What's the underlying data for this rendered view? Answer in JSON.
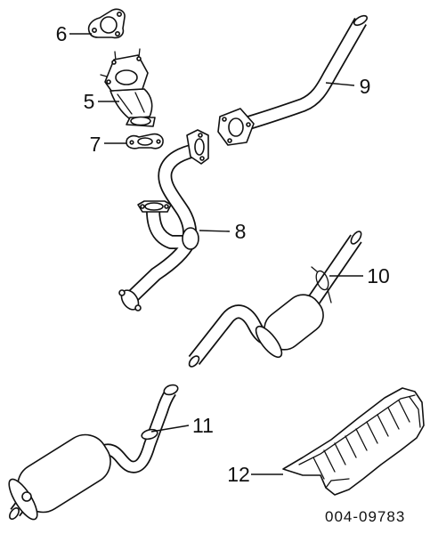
{
  "callouts": {
    "n5": "5",
    "n6": "6",
    "n7": "7",
    "n8": "8",
    "n9": "9",
    "n10": "10",
    "n11": "11",
    "n12": "12"
  },
  "figure_id": "004-09783"
}
